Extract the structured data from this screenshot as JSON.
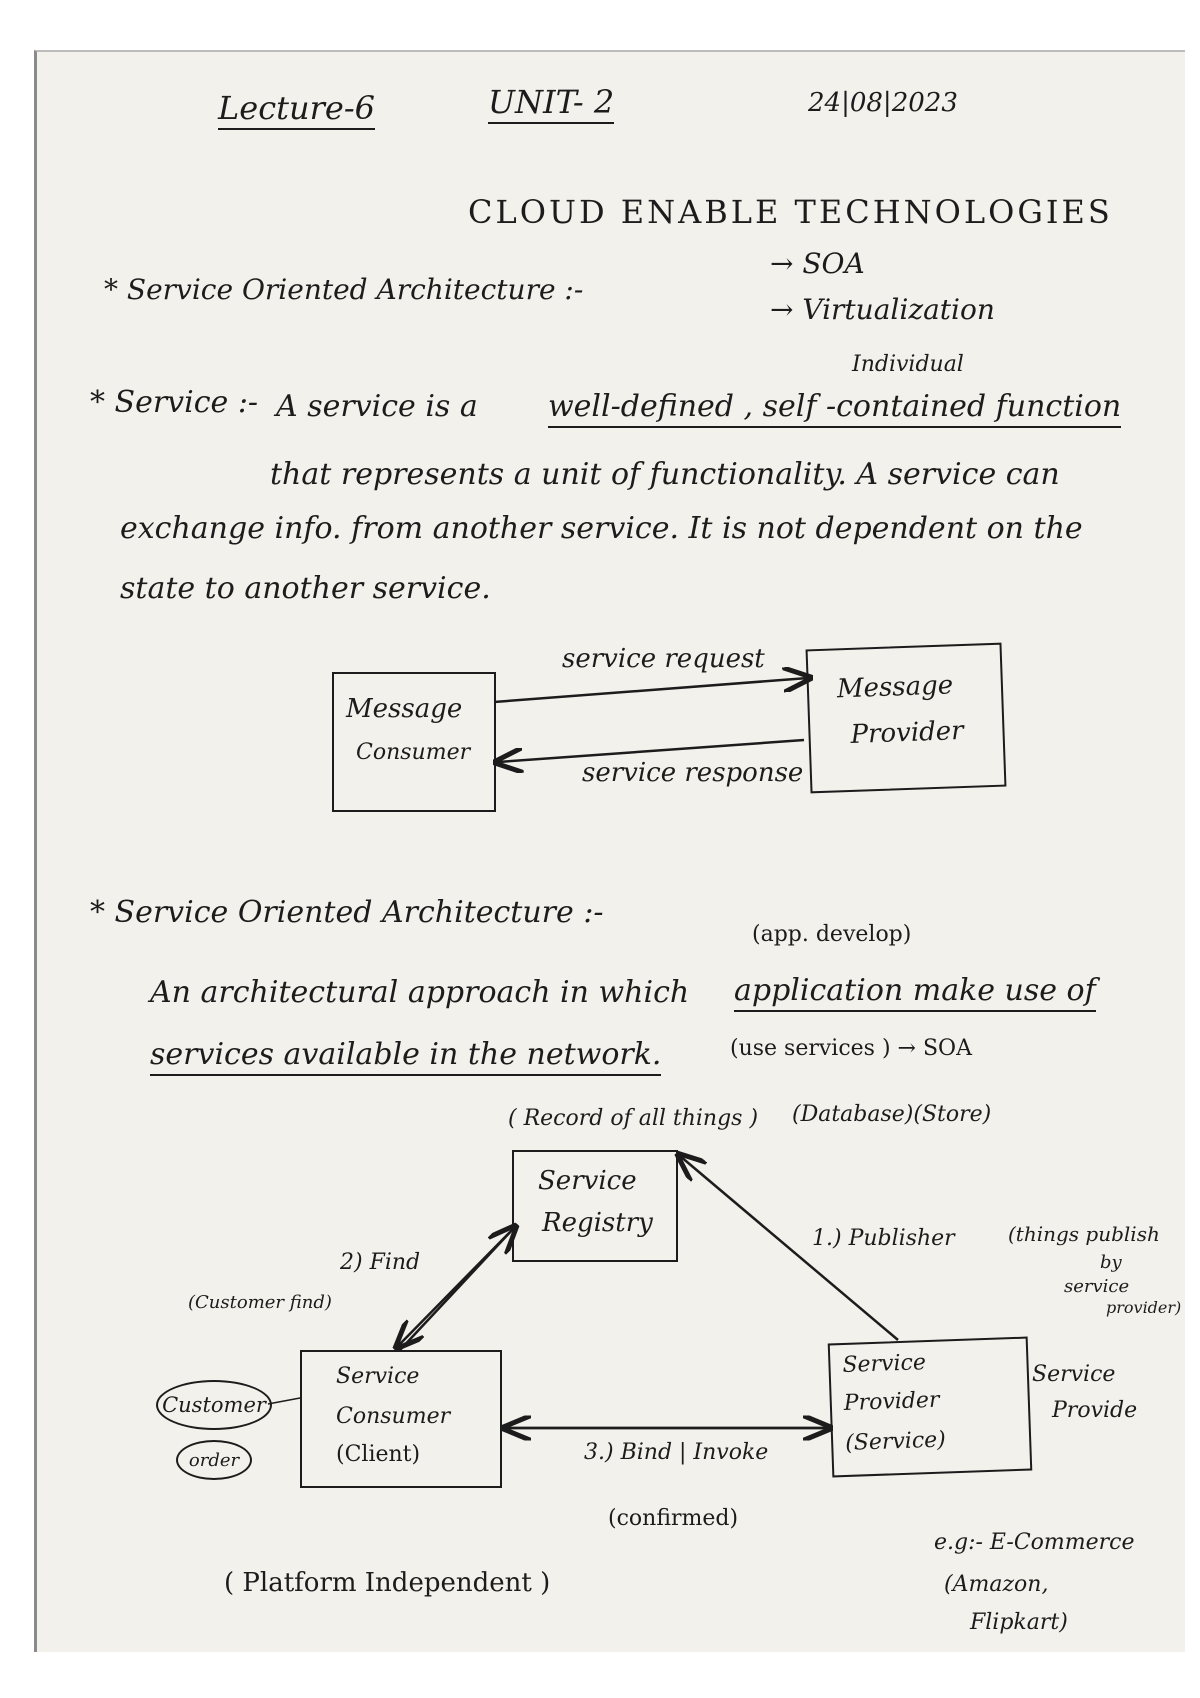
{
  "header": {
    "lecture": "Lecture-6",
    "unit": "UNIT- 2",
    "date": "24|08|2023"
  },
  "title": "CLOUD ENABLE TECHNOLOGIES",
  "topics": [
    "→ SOA",
    "→ Virtualization"
  ],
  "soa_heading": "* Service Oriented Architecture :-",
  "service_def": {
    "label": "* Service :-",
    "annotation": "Individual",
    "line1_before": "A service is a",
    "line1_underlined": "well-defined , self -contained function",
    "line2": "that represents a unit of functionality. A service can",
    "line3": "exchange info. from another service. It is not dependent on the",
    "line4": "state to another service."
  },
  "diagram1": {
    "consumer": [
      "Message",
      "Consumer"
    ],
    "provider": [
      "Message",
      "Provider"
    ],
    "request": "service request",
    "response": "service response"
  },
  "soa_section": {
    "heading": "* Service Oriented Architecture :-",
    "annotation": "(app. develop)",
    "line1_before": "An architectural approach in which",
    "line1_underlined": "application make use of",
    "line2_underlined": "services available in the network.",
    "line2_note": "(use services ) → SOA"
  },
  "diagram2": {
    "registry_note": "( Record of all things )",
    "registry_note2": "(Database)(Store)",
    "registry": [
      "Service",
      "Registry"
    ],
    "consumer": [
      "Service",
      "Consumer",
      "(Client)"
    ],
    "provider": [
      "Service",
      "Provider",
      "(Service)"
    ],
    "find": "2) Find",
    "find_note": "(Customer find)",
    "publisher": "1.) Publisher",
    "publisher_note1": "(things publish",
    "publisher_note2": "by",
    "publisher_note3": "service",
    "publisher_note4": "provider)",
    "bind": "3.) Bind | Invoke",
    "bind_note": "(confirmed)",
    "provider_side": [
      "Service",
      "Provide"
    ],
    "oval1": "Customer",
    "oval2": "order",
    "platform": "( Platform Independent )",
    "example": "e.g:- E-Commerce",
    "example2": "(Amazon,",
    "example3": "Flipkart)"
  }
}
